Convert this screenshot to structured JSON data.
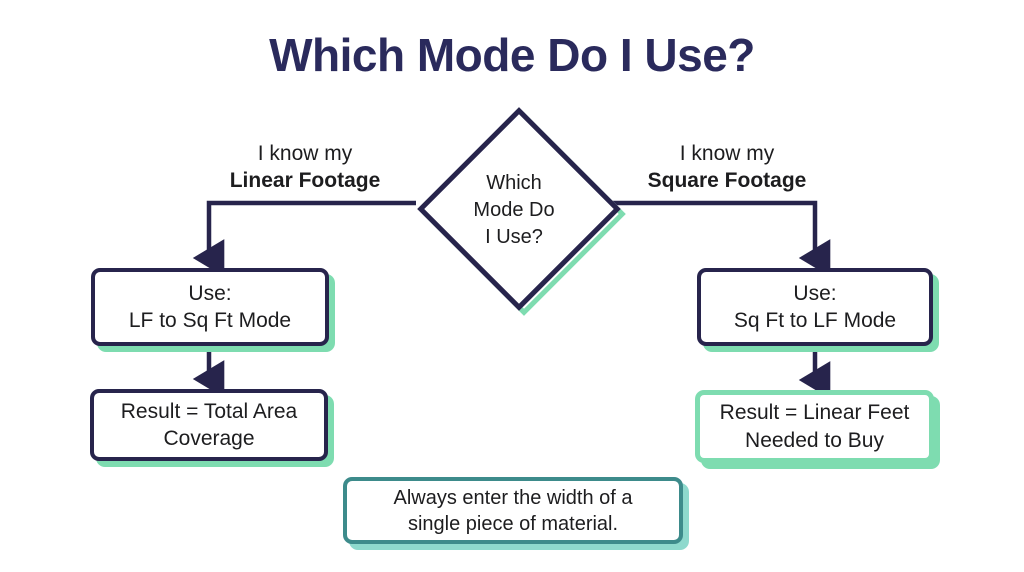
{
  "page": {
    "title": "Which Mode Do I Use?",
    "background": "#ffffff"
  },
  "colors": {
    "navy": "#27244c",
    "title_navy": "#2a2a5c",
    "mint_shadow": "#7edcb0",
    "teal_border": "#3d8b8b",
    "text": "#1d1d1f"
  },
  "decision": {
    "line1": "Which",
    "line2": "Mode Do",
    "line3": "I Use?"
  },
  "branches": {
    "left": {
      "label_top": "I know my",
      "label_bottom": "Linear Footage",
      "mode_line1": "Use:",
      "mode_line2": "LF to Sq Ft Mode",
      "result_line1": "Result = Total Area",
      "result_line2": "Coverage"
    },
    "right": {
      "label_top": "I know my",
      "label_bottom": "Square Footage",
      "mode_line1": "Use:",
      "mode_line2": "Sq Ft to LF Mode",
      "result_line1": "Result = Linear Feet",
      "result_line2": "Needed to Buy"
    }
  },
  "note": {
    "line1": "Always enter the width of a",
    "line2": "single piece of material."
  },
  "chart_data": {
    "type": "diagram",
    "title": "Which Mode Do I Use?",
    "nodes": [
      {
        "id": "decision",
        "shape": "diamond",
        "text": "Which Mode Do I Use?"
      },
      {
        "id": "left-mode",
        "shape": "rounded-rect",
        "text": "Use: LF to Sq Ft Mode"
      },
      {
        "id": "left-result",
        "shape": "rounded-rect",
        "text": "Result = Total Area Coverage"
      },
      {
        "id": "right-mode",
        "shape": "rounded-rect",
        "text": "Use: Sq Ft to LF Mode"
      },
      {
        "id": "right-result",
        "shape": "rounded-rect",
        "text": "Result = Linear Feet Needed to Buy"
      },
      {
        "id": "note",
        "shape": "rounded-rect",
        "text": "Always enter the width of a single piece of material."
      }
    ],
    "edges": [
      {
        "from": "decision",
        "to": "left-mode",
        "label": "I know my Linear Footage"
      },
      {
        "from": "decision",
        "to": "right-mode",
        "label": "I know my Square Footage"
      },
      {
        "from": "left-mode",
        "to": "left-result",
        "label": ""
      },
      {
        "from": "right-mode",
        "to": "right-result",
        "label": ""
      }
    ]
  }
}
